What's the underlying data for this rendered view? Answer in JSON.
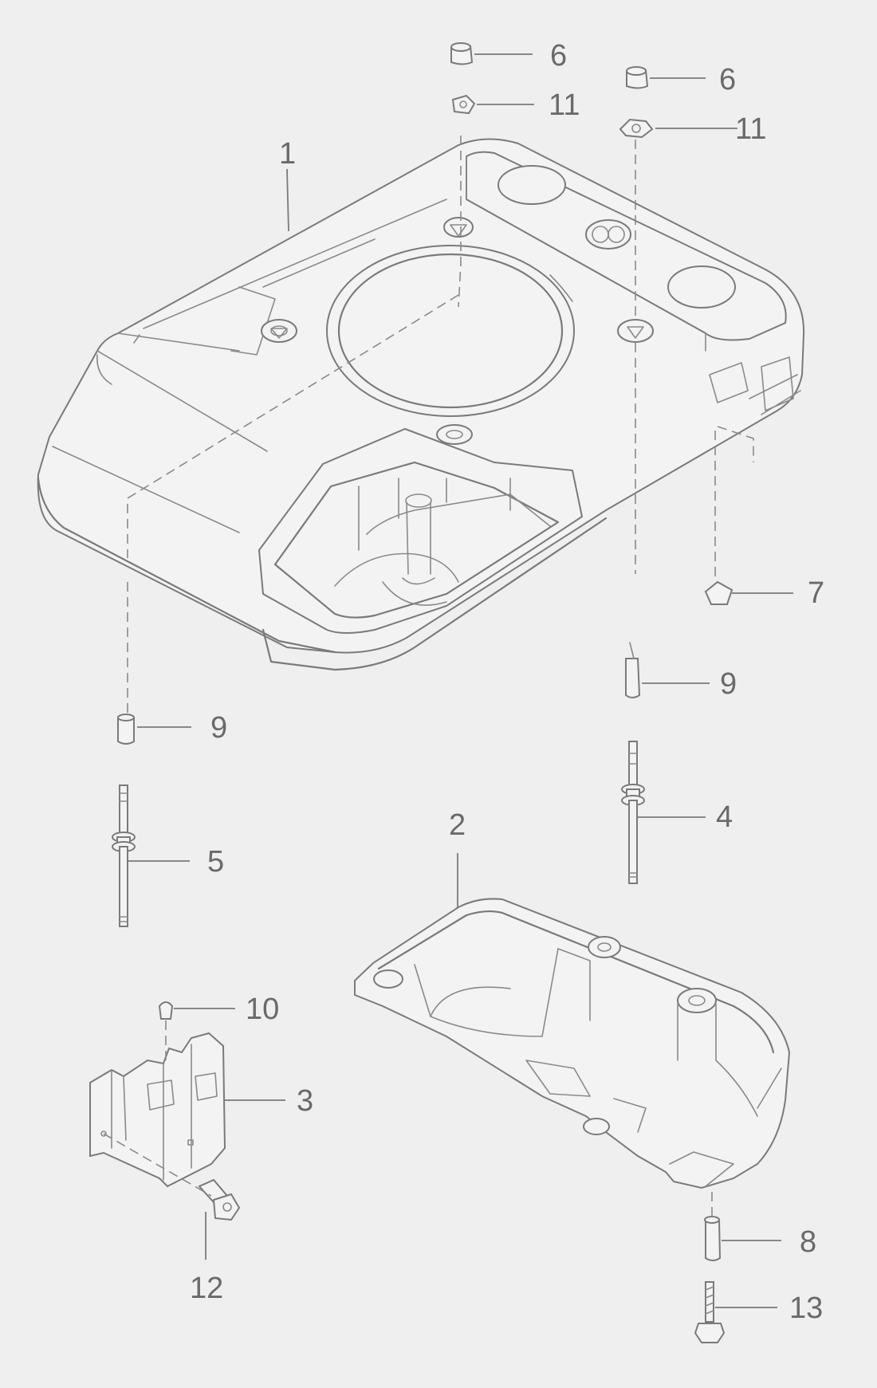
{
  "callouts": {
    "c1": "1",
    "c2": "2",
    "c3": "3",
    "c4": "4",
    "c5": "5",
    "c6a": "6",
    "c6b": "6",
    "c7": "7",
    "c8": "8",
    "c9a": "9",
    "c9b": "9",
    "c10": "10",
    "c11a": "11",
    "c11b": "11",
    "c12": "12",
    "c13": "13"
  },
  "colors": {
    "background": "#efefef",
    "line": "#7a7a7a",
    "label": "#6a6a6a"
  }
}
